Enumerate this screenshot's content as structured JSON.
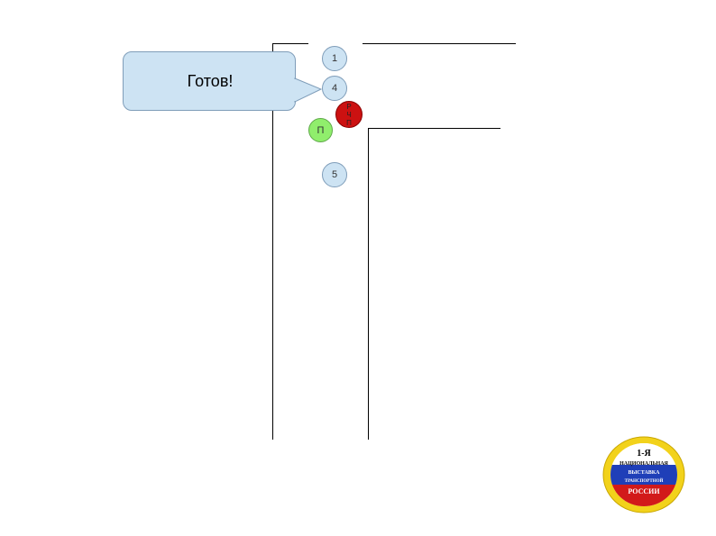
{
  "callout": {
    "text": "Готов!"
  },
  "markers": {
    "m1": "1",
    "m4": "4",
    "m5": "5",
    "green": "П",
    "red_lines": [
      "Р",
      "Ч",
      "П"
    ]
  },
  "badge": {
    "line1": "1-Я",
    "line2": "НАЦИОНАЛЬНАЯ",
    "line3": "ВЫСТАВКА",
    "line4": "ТРАНСПОРТНОЙ",
    "line5": "РОССИИ"
  },
  "colors": {
    "callout_fill": "#cde3f3",
    "marker_blue": "#cde3f3",
    "marker_green": "#90ee6c",
    "marker_red": "#cc1111",
    "badge_gold": "#f2d21b",
    "flag_white": "#ffffff",
    "flag_blue": "#1f3fb8",
    "flag_red": "#d21a1a"
  }
}
